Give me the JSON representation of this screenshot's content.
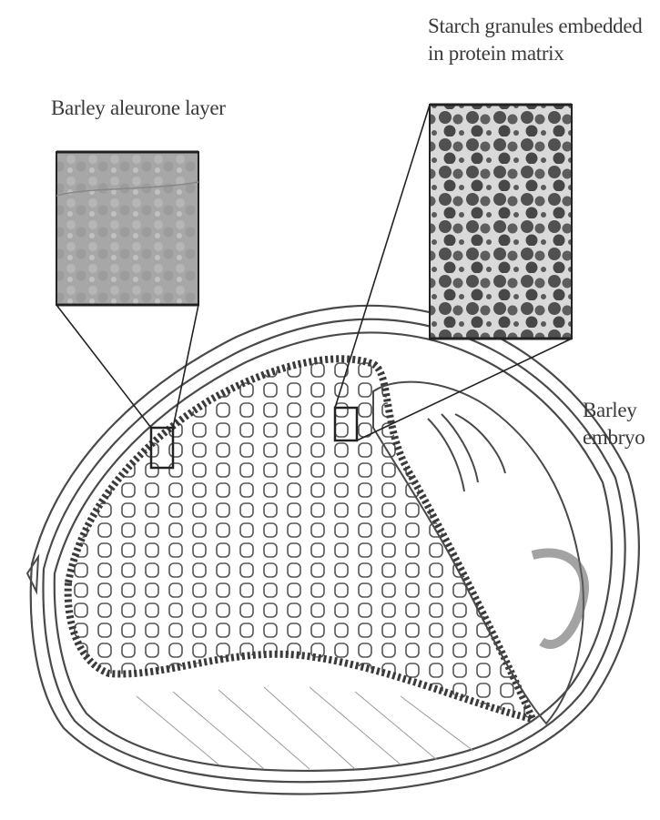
{
  "labels": {
    "aleurone": "Barley aleurone layer",
    "starch_line1": "Starch granules embedded",
    "starch_line2": "in protein matrix",
    "embryo_line1": "Barley",
    "embryo_line2": "embryo"
  },
  "colors": {
    "ink": "#3a3a3a",
    "aleurone_micrograph": "#a9a9a9",
    "starch_micrograph": "#5b5b5b",
    "background": "#ffffff"
  }
}
